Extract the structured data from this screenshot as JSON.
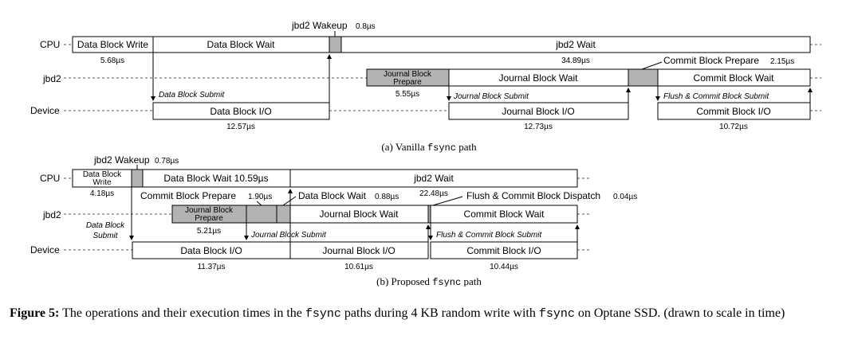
{
  "rows": {
    "cpu": "CPU",
    "jbd2": "jbd2",
    "device": "Device"
  },
  "vanilla": {
    "caption_prefix": "(a)  Vanilla ",
    "caption_code": "fsync",
    "caption_suffix": " path",
    "data_block_write": "Data Block Write",
    "t_write": "5.68µs",
    "data_block_wait": "Data Block Wait",
    "wakeup": "jbd2 Wakeup",
    "t_wakeup": "0.8µs",
    "jbd2_wait": "jbd2 Wait",
    "t_jbd2_wait": "34.89µs",
    "commit_prepare": "Commit Block Prepare",
    "t_commit_prepare": "2.15µs",
    "journal_prepare_1": "Journal Block",
    "journal_prepare_2": "Prepare",
    "t_journal_prepare": "5.55µs",
    "journal_wait": "Journal Block Wait",
    "commit_wait": "Commit Block Wait",
    "data_submit": "Data Block Submit",
    "journal_submit": "Journal Block Submit",
    "flush_submit": "Flush & Commit Block Submit",
    "data_io": "Data Block I/O",
    "t_data_io": "12.57µs",
    "journal_io": "Journal Block I/O",
    "t_journal_io": "12.73µs",
    "commit_io": "Commit Block I/O",
    "t_commit_io": "10.72µs"
  },
  "proposed": {
    "caption_prefix": "(b)  Proposed ",
    "caption_code": "fsync",
    "caption_suffix": " path",
    "write_1": "Data Block",
    "write_2": "Write",
    "t_write": "4.18µs",
    "wakeup": "jbd2 Wakeup",
    "t_wakeup": "0.78µs",
    "data_wait": "Data Block Wait 10.59µs",
    "jbd2_wait": "jbd2 Wait",
    "t_jbd2_wait": "22.48µs",
    "commit_prepare": "Commit Block Prepare",
    "t_commit_prepare": "1.90µs",
    "data_wait_2": "Data Block Wait",
    "t_data_wait_2": "0.88µs",
    "flush_dispatch": "Flush & Commit Block Dispatch",
    "t_flush_dispatch": "0.04µs",
    "journal_prepare_1": "Journal Block",
    "journal_prepare_2": "Prepare",
    "t_journal_prepare": "5.21µs",
    "journal_wait": "Journal Block Wait",
    "commit_wait": "Commit Block Wait",
    "data_submit_1": "Data Block",
    "data_submit_2": "Submit",
    "journal_submit": "Journal Block Submit",
    "flush_submit": "Flush & Commit Block Submit",
    "data_io": "Data Block I/O",
    "t_data_io": "11.37µs",
    "journal_io": "Journal Block I/O",
    "t_journal_io": "10.61µs",
    "commit_io": "Commit Block I/O",
    "t_commit_io": "10.44µs"
  },
  "figure_caption": {
    "label": "Figure 5:",
    "text_1": " The operations and their execution times in the ",
    "code_1": "fsync",
    "text_2": " paths during 4 KB random write with ",
    "code_2": "fsync",
    "text_3": " on Optane SSD. (drawn to scale in time)"
  },
  "colors": {
    "prepare_fill": "#b3b3b3",
    "line": "#000000"
  }
}
